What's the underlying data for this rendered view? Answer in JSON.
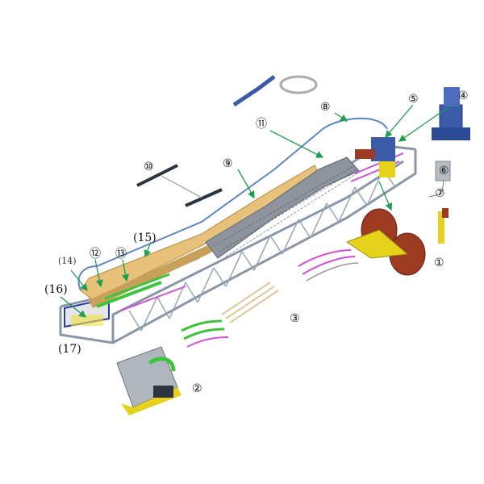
{
  "diagram": {
    "labels": {
      "l1": "①",
      "l2": "②",
      "l3": "③",
      "l4": "④",
      "l5": "⑤",
      "l6": "⑥",
      "l7": "⑦",
      "l8": "⑧",
      "l9": "⑨",
      "l10": "⑩",
      "l11": "⑪",
      "l12": "⑫",
      "l13": "⑬",
      "l14": "(14)",
      "l15": "(15)",
      "l16": "(16)",
      "l17": "(17)"
    },
    "colors": {
      "truss": "#8a96a8",
      "handrail": "#5b86c4",
      "balustrade": "#e8c27a",
      "steps": "#7d8592",
      "guide_rails_magenta": "#d24fd6",
      "guide_rails_green": "#3cc43c",
      "drive_red": "#9c3a22",
      "machine_blue": "#3b5aa8",
      "yellow_parts": "#e6d21a",
      "arrow": "#1e9e52"
    }
  }
}
